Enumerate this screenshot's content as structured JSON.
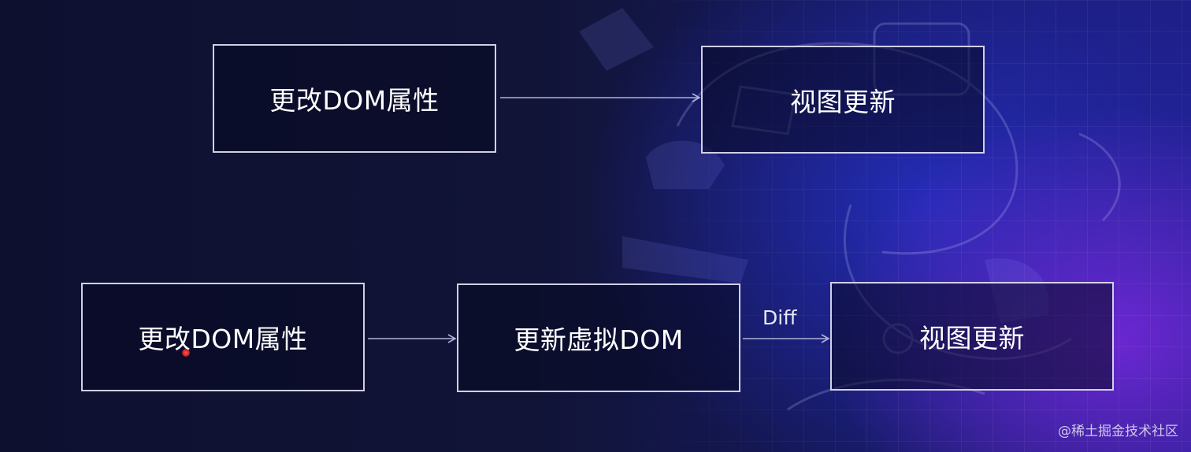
{
  "diagram": {
    "top_flow": {
      "source_label": "更改DOM属性",
      "target_label": "视图更新"
    },
    "bottom_flow": {
      "source_label": "更改DOM属性",
      "middle_label": "更新虚拟DOM",
      "diff_label": "Diff",
      "target_label": "视图更新"
    }
  },
  "watermark": "@稀土掘金技术社区",
  "colors": {
    "background": "#0d1030",
    "box_border": "#e1e1f5",
    "arrow": "#aeb2d6",
    "text": "#ffffff",
    "accent_purple": "#7a28dc",
    "accent_blue": "#2832d2"
  }
}
